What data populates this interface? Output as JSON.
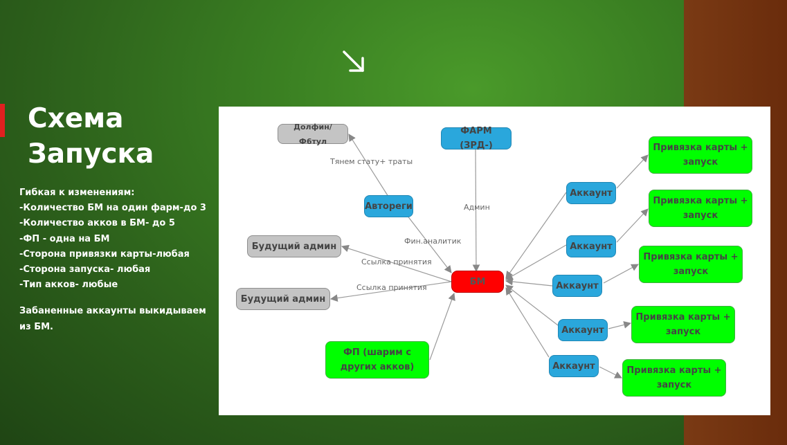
{
  "slide": {
    "title_line1": "Схема",
    "title_line2": "Запуска",
    "notes": [
      "Гибкая к изменениям:",
      "-Количество БМ на один фарм-до 3",
      "-Количество акков в БМ- до 5",
      "-ФП - одна на БМ",
      "-Сторона привязки карты-любая",
      "-Сторона запуска- любая",
      "-Тип акков- любые"
    ],
    "notes_footer": [
      "Забаненные аккаунты выкидываем",
      "из БМ."
    ],
    "colors": {
      "accent": "#e02020",
      "node_blue": "#2aa7dc",
      "node_green": "#00ff00",
      "node_red": "#ff0000",
      "node_grey": "#c4c4c4"
    },
    "icon": "arrow-down-right-icon"
  },
  "diagram": {
    "nodes": {
      "dolphin": "Долфин/Ф6тул",
      "farm": "ФАРМ (ЗРД-)",
      "autoreg": "Автореги",
      "admin1": "Будущий админ",
      "admin2": "Будущий админ",
      "bm": "БМ",
      "fp": "ФП (шарим с других акков)",
      "acc1": "Аккаунт",
      "acc2": "Аккаунт",
      "acc3": "Аккаунт",
      "acc4": "Аккаунт",
      "acc5": "Аккаунт",
      "card1": "Привязка карты + запуск",
      "card2": "Привязка карты + запуск",
      "card3": "Привязка карты + запуск",
      "card4": "Привязка карты + запуск",
      "card5": "Привязка карты + запуск"
    },
    "edge_labels": {
      "stats": "Тянем стату+ траты",
      "admin": "Админ",
      "fin": "Фин.аналитик",
      "invite1": "Ссылка принятия",
      "invite2": "Ссылка принятия"
    }
  }
}
